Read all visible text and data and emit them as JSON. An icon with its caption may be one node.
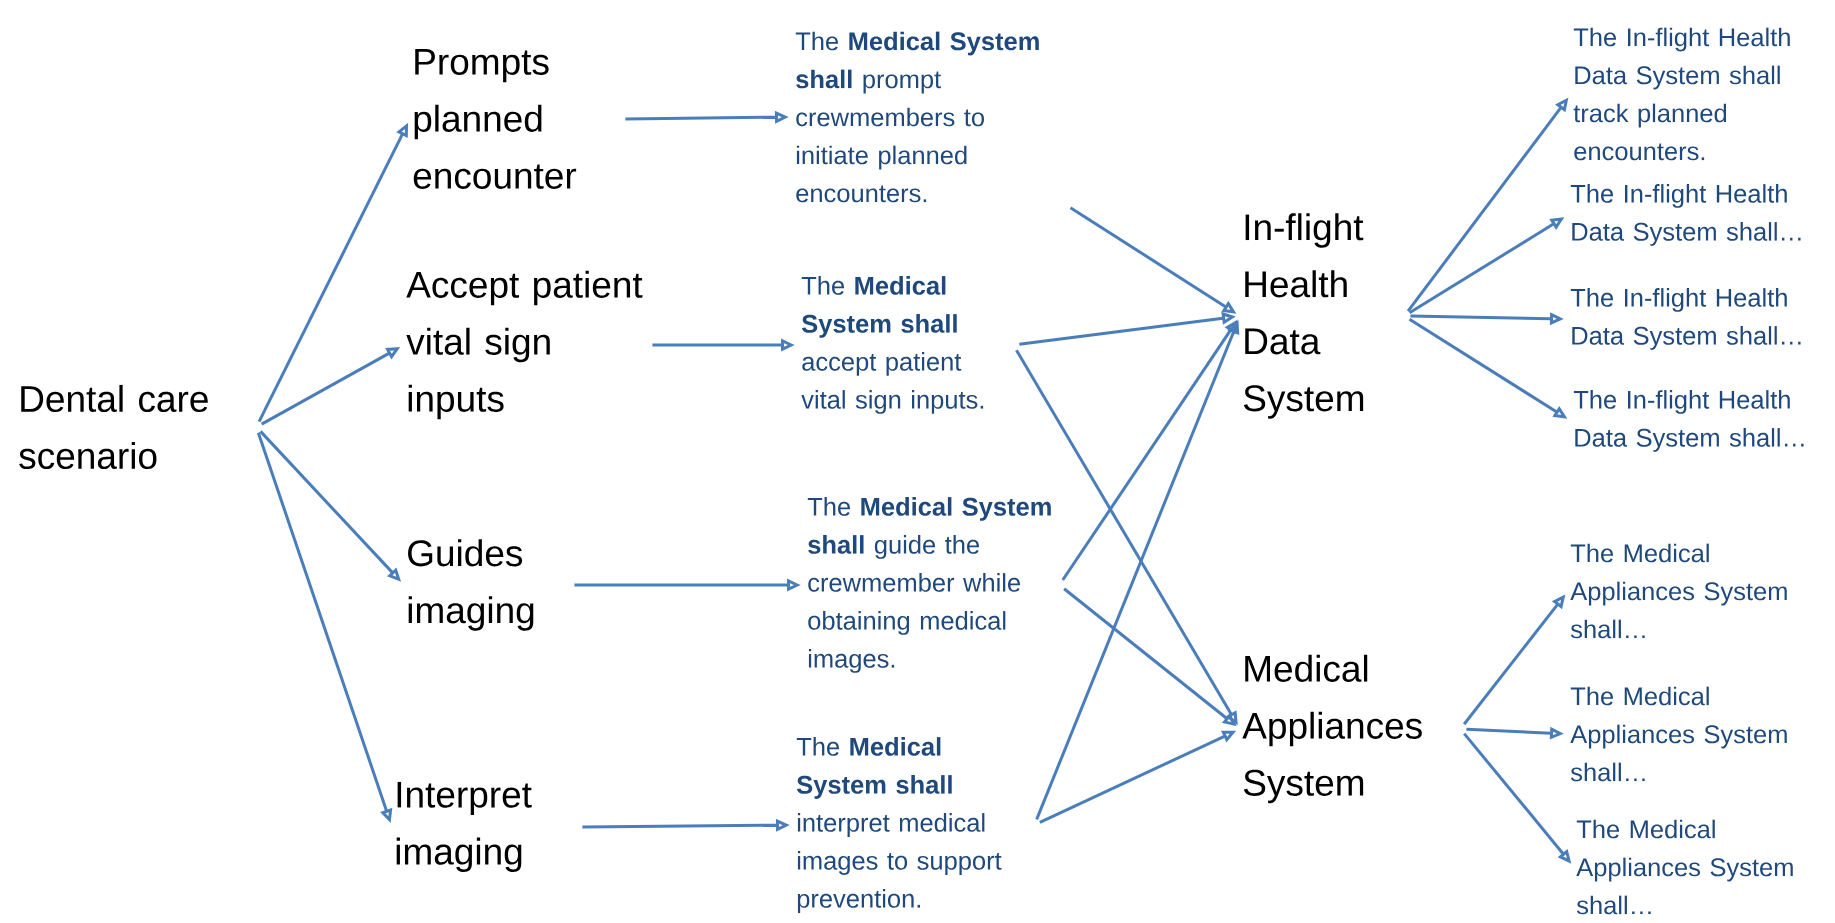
{
  "diagram": {
    "nodes": [
      {
        "text": [
          "Dental care scenario"
        ]
      },
      {
        "text": [
          "Prompts planned encounter"
        ]
      },
      {
        "text": [
          "Accept patient vital sign inputs"
        ]
      },
      {
        "text": [
          "Guides imaging"
        ]
      },
      {
        "text": [
          "Interpret imaging"
        ]
      },
      {
        "text": [
          "The **Medical System shall** prompt crewmembers to initiate planned encounters."
        ]
      },
      {
        "text": [
          "The **Medical System shall** accept patient vital sign inputs."
        ]
      },
      {
        "text": [
          "The **Medical System shall** guide the crewmember while obtaining medical images."
        ]
      },
      {
        "text": [
          "The **Medical System shall** interpret medical images to support prevention."
        ]
      },
      {
        "text": [
          "In-flight Health Data System"
        ]
      },
      {
        "text": [
          "Medical Appliances System"
        ]
      },
      {
        "text": [
          "The In-flight Health Data System shall track planned encounters."
        ]
      },
      {
        "text": [
          "The In-flight Health Data System shall…"
        ]
      },
      {
        "text": [
          "The In-flight Health Data System shall…"
        ]
      },
      {
        "text": [
          "The In-flight Health Data System shall…"
        ]
      },
      {
        "text": [
          "The Medical Appliances System shall…"
        ]
      },
      {
        "text": [
          "The Medical Appliances System shall…"
        ]
      },
      {
        "text": [
          "The Medical Appliances System shall…"
        ]
      }
    ],
    "edges": [
      {
        "from": 0,
        "to": 1,
        "arrow": "to"
      },
      {
        "from": 0,
        "to": 2,
        "arrow": "to"
      },
      {
        "from": 0,
        "to": 3,
        "arrow": "to"
      },
      {
        "from": 0,
        "to": 4,
        "arrow": "to"
      },
      {
        "from": 1,
        "to": 5,
        "arrow": "to"
      },
      {
        "from": 2,
        "to": 6,
        "arrow": "to"
      },
      {
        "from": 3,
        "to": 7,
        "arrow": "to"
      },
      {
        "from": 4,
        "to": 8,
        "arrow": "to"
      },
      {
        "from": 5,
        "to": 9,
        "arrow": "to"
      },
      {
        "from": 6,
        "to": 9,
        "arrow": "to"
      },
      {
        "from": 6,
        "to": 10,
        "arrow": "to"
      },
      {
        "from": 7,
        "to": 9,
        "arrow": "to"
      },
      {
        "from": 7,
        "to": 10,
        "arrow": "to"
      },
      {
        "from": 8,
        "to": 9,
        "arrow": "to"
      },
      {
        "from": 8,
        "to": 10,
        "arrow": "to"
      },
      {
        "from": 9,
        "to": 11,
        "arrow": "to"
      },
      {
        "from": 9,
        "to": 12,
        "arrow": "to"
      },
      {
        "from": 9,
        "to": 13,
        "arrow": "to"
      },
      {
        "from": 9,
        "to": 14,
        "arrow": "to"
      },
      {
        "from": 10,
        "to": 15,
        "arrow": "to"
      },
      {
        "from": 10,
        "to": 16,
        "arrow": "to"
      },
      {
        "from": 10,
        "to": 17,
        "arrow": "to"
      }
    ]
  }
}
